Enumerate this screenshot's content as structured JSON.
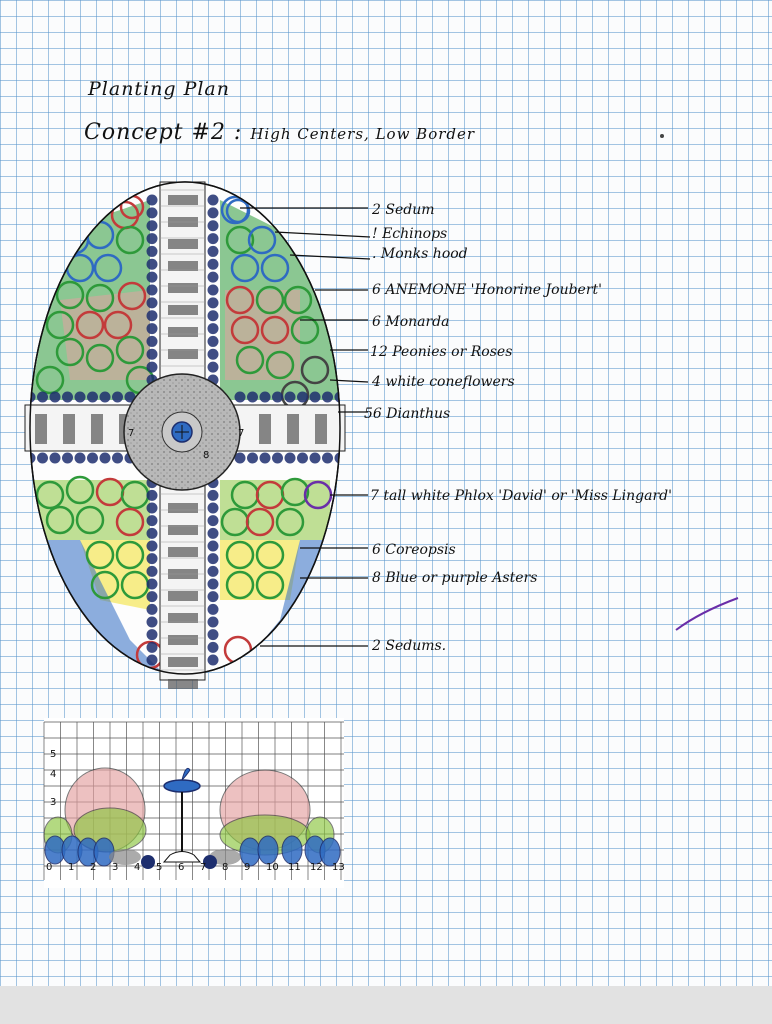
{
  "title": "Planting Plan",
  "subtitle_prefix": "Concept #2 :",
  "subtitle_rest": "High Centers, Low Border",
  "labels": [
    "2 Sedum",
    "! Echinops",
    ". Monks hood",
    "6 ANEMONE 'Honorine Joubert'",
    "6 Monarda",
    "12 Peonies or Roses",
    "4 white coneflowers",
    "56 Dianthus",
    "7 tall white Phlox 'David' or 'Miss Lingard'",
    "6 Coreopsis",
    "8 Blue or purple Asters",
    "2 Sedums."
  ],
  "plan_path_labels": [
    "7",
    "8",
    "7"
  ],
  "elevation": {
    "y_ticks": [
      "3",
      "4",
      "5"
    ],
    "x_ticks": [
      "0",
      "1",
      "2",
      "3",
      "4",
      "5",
      "6",
      "7",
      "8",
      "9",
      "10",
      "11",
      "12",
      "13"
    ]
  },
  "colors": {
    "grid": "#5a96cd",
    "ink": "#1a1a1a",
    "navy": "#1d2e6e",
    "blue": "#2f6bc2",
    "green": "#2e9a3a",
    "light_green": "#8cc63f",
    "red": "#c33b3b",
    "pink": "#e4a0a0",
    "yellow": "#f2e02a",
    "purple": "#6a2ea8",
    "gray": "#bdbdbd"
  }
}
